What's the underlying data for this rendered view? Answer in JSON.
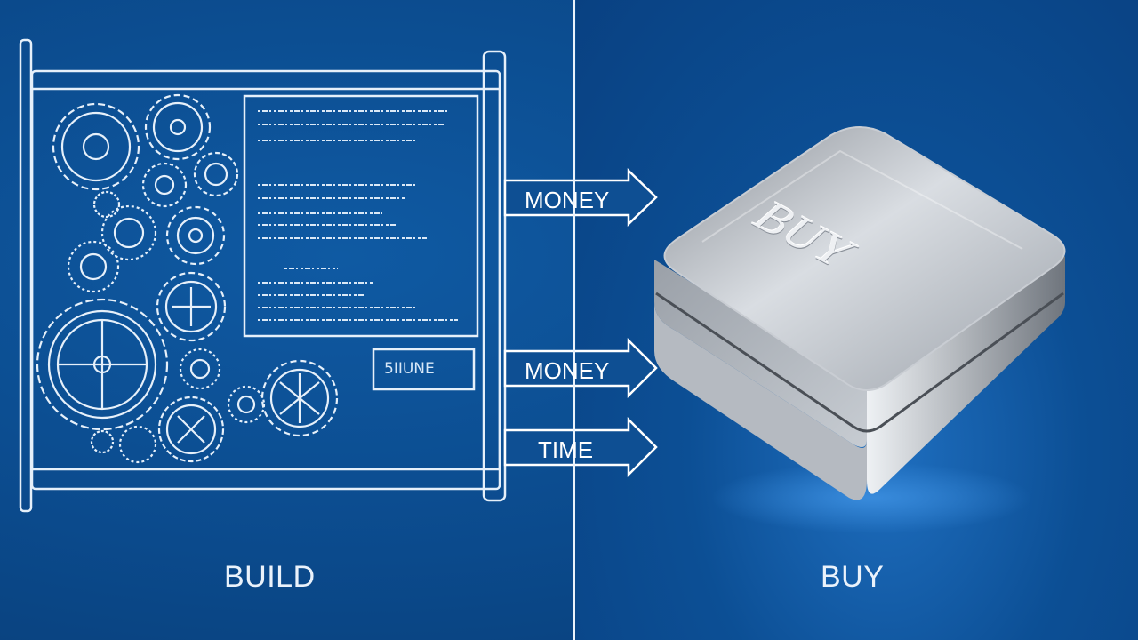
{
  "left_panel": {
    "label": "BUILD",
    "sign_text": "5IIUNE"
  },
  "right_panel": {
    "label": "BUY",
    "button_text": "BUY"
  },
  "arrows": [
    {
      "label": "MONEY"
    },
    {
      "label": "MONEY"
    },
    {
      "label": "TIME"
    }
  ],
  "colors": {
    "background": "#0b4a8c",
    "line": "#eaf2fb",
    "metal": "#b9bec6"
  }
}
